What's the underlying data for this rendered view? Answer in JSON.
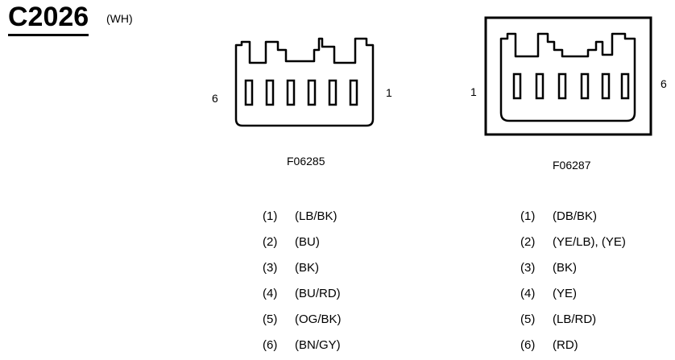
{
  "header": {
    "connector_id": "C2026",
    "color_code": "(WH)"
  },
  "connectors": [
    {
      "figure_id": "F06285",
      "left_pin_label": "6",
      "right_pin_label": "1",
      "pins": [
        {
          "num": "(1)",
          "color": "(LB/BK)"
        },
        {
          "num": "(2)",
          "color": "(BU)"
        },
        {
          "num": "(3)",
          "color": "(BK)"
        },
        {
          "num": "(4)",
          "color": "(BU/RD)"
        },
        {
          "num": "(5)",
          "color": "(OG/BK)"
        },
        {
          "num": "(6)",
          "color": "(BN/GY)"
        }
      ]
    },
    {
      "figure_id": "F06287",
      "left_pin_label": "1",
      "right_pin_label": "6",
      "pins": [
        {
          "num": "(1)",
          "color": "(DB/BK)"
        },
        {
          "num": "(2)",
          "color": "(YE/LB), (YE)"
        },
        {
          "num": "(3)",
          "color": "(BK)"
        },
        {
          "num": "(4)",
          "color": "(YE)"
        },
        {
          "num": "(5)",
          "color": "(LB/RD)"
        },
        {
          "num": "(6)",
          "color": "(RD)"
        }
      ]
    }
  ]
}
